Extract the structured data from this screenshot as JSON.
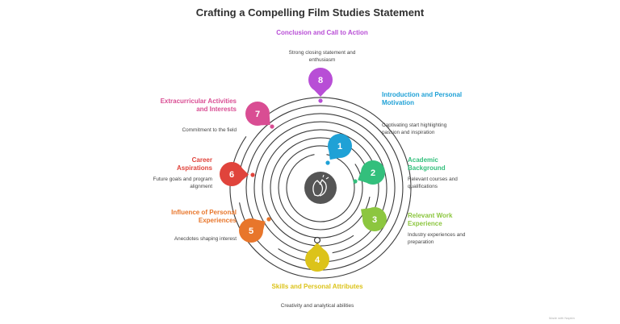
{
  "title": "Crafting a Compelling Film Studies Statement",
  "colors": {
    "ring": "#3b3b3b",
    "center": "#555555",
    "step1": "#1fa1d6",
    "step2": "#33bf7c",
    "step3": "#8cc63f",
    "step4": "#dcc31a",
    "step5": "#e8762b",
    "step6": "#e0443c",
    "step7": "#d94d93",
    "step8": "#b84ed6"
  },
  "center_icon": "clapping-hands-icon",
  "steps": [
    {
      "num": "1",
      "title": "Introduction and Personal Motivation",
      "desc": "Captivating start highlighting passion and inspiration"
    },
    {
      "num": "2",
      "title": "Academic Background",
      "desc": "Relevant courses and qualifications"
    },
    {
      "num": "3",
      "title": "Relevant Work Experience",
      "desc": "Industry experiences and preparation"
    },
    {
      "num": "4",
      "title": "Skills and Personal Attributes",
      "desc": "Creativity and analytical abilities"
    },
    {
      "num": "5",
      "title": "Influence of Personal Experiences",
      "desc": "Anecdotes shaping interest"
    },
    {
      "num": "6",
      "title": "Career Aspirations",
      "desc": "Future goals and program alignment"
    },
    {
      "num": "7",
      "title": "Extracurricular Activities and Interests",
      "desc": "Commitment to the field"
    },
    {
      "num": "8",
      "title": "Conclusion and Call to Action",
      "desc": "Strong closing statement and enthusiasm"
    }
  ],
  "watermark": "Made with Napkin"
}
